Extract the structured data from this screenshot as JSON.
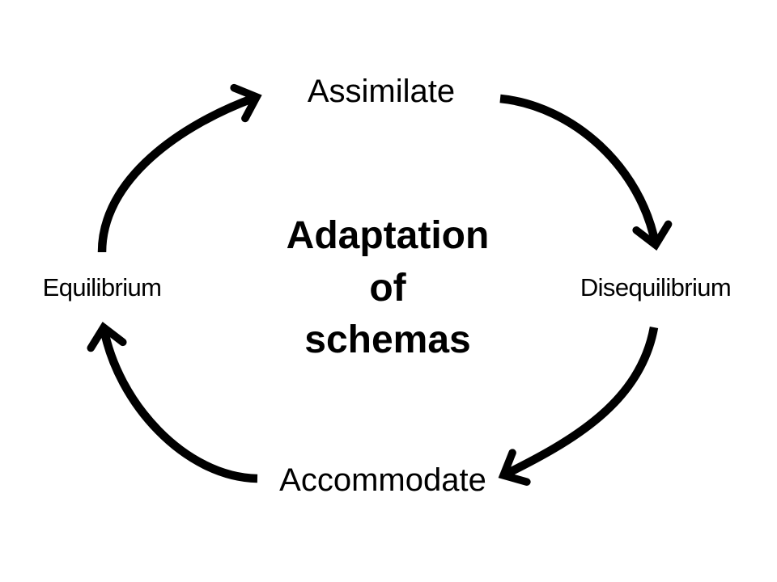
{
  "diagram": {
    "title": "Adaptation\nof\nschemas",
    "nodes": [
      {
        "position": "top",
        "label": "Assimilate"
      },
      {
        "position": "right",
        "label": "Disequilibrium"
      },
      {
        "position": "bottom",
        "label": "Accommodate"
      },
      {
        "position": "left",
        "label": "Equilibrium"
      }
    ],
    "arrows": [
      {
        "from": "Equilibrium",
        "to": "Assimilate"
      },
      {
        "from": "Assimilate",
        "to": "Disequilibrium"
      },
      {
        "from": "Disequilibrium",
        "to": "Accommodate"
      },
      {
        "from": "Accommodate",
        "to": "Equilibrium"
      }
    ],
    "colors": {
      "ink": "#000000",
      "background": "#ffffff"
    }
  }
}
